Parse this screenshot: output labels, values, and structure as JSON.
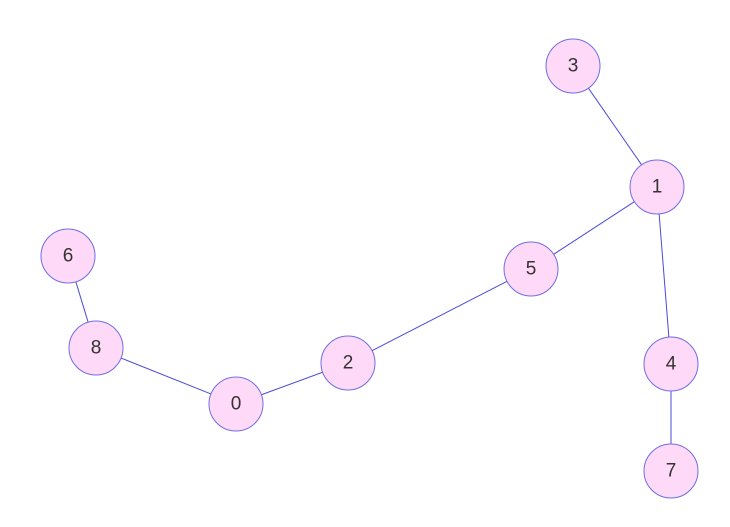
{
  "graph": {
    "nodes": [
      {
        "id": "0",
        "label": "0"
      },
      {
        "id": "1",
        "label": "1"
      },
      {
        "id": "2",
        "label": "2"
      },
      {
        "id": "3",
        "label": "3"
      },
      {
        "id": "4",
        "label": "4"
      },
      {
        "id": "5",
        "label": "5"
      },
      {
        "id": "6",
        "label": "6"
      },
      {
        "id": "7",
        "label": "7"
      },
      {
        "id": "8",
        "label": "8"
      }
    ],
    "edges": [
      {
        "source": "3",
        "target": "1"
      },
      {
        "source": "1",
        "target": "5"
      },
      {
        "source": "1",
        "target": "4"
      },
      {
        "source": "4",
        "target": "7"
      },
      {
        "source": "5",
        "target": "2"
      },
      {
        "source": "2",
        "target": "0"
      },
      {
        "source": "0",
        "target": "8"
      },
      {
        "source": "8",
        "target": "6"
      }
    ],
    "colors": {
      "node_fill": "#ffd9f8",
      "node_stroke": "#6e6ee6",
      "edge": "#4b4bdc",
      "label": "#333333",
      "background": "#ffffff"
    }
  }
}
